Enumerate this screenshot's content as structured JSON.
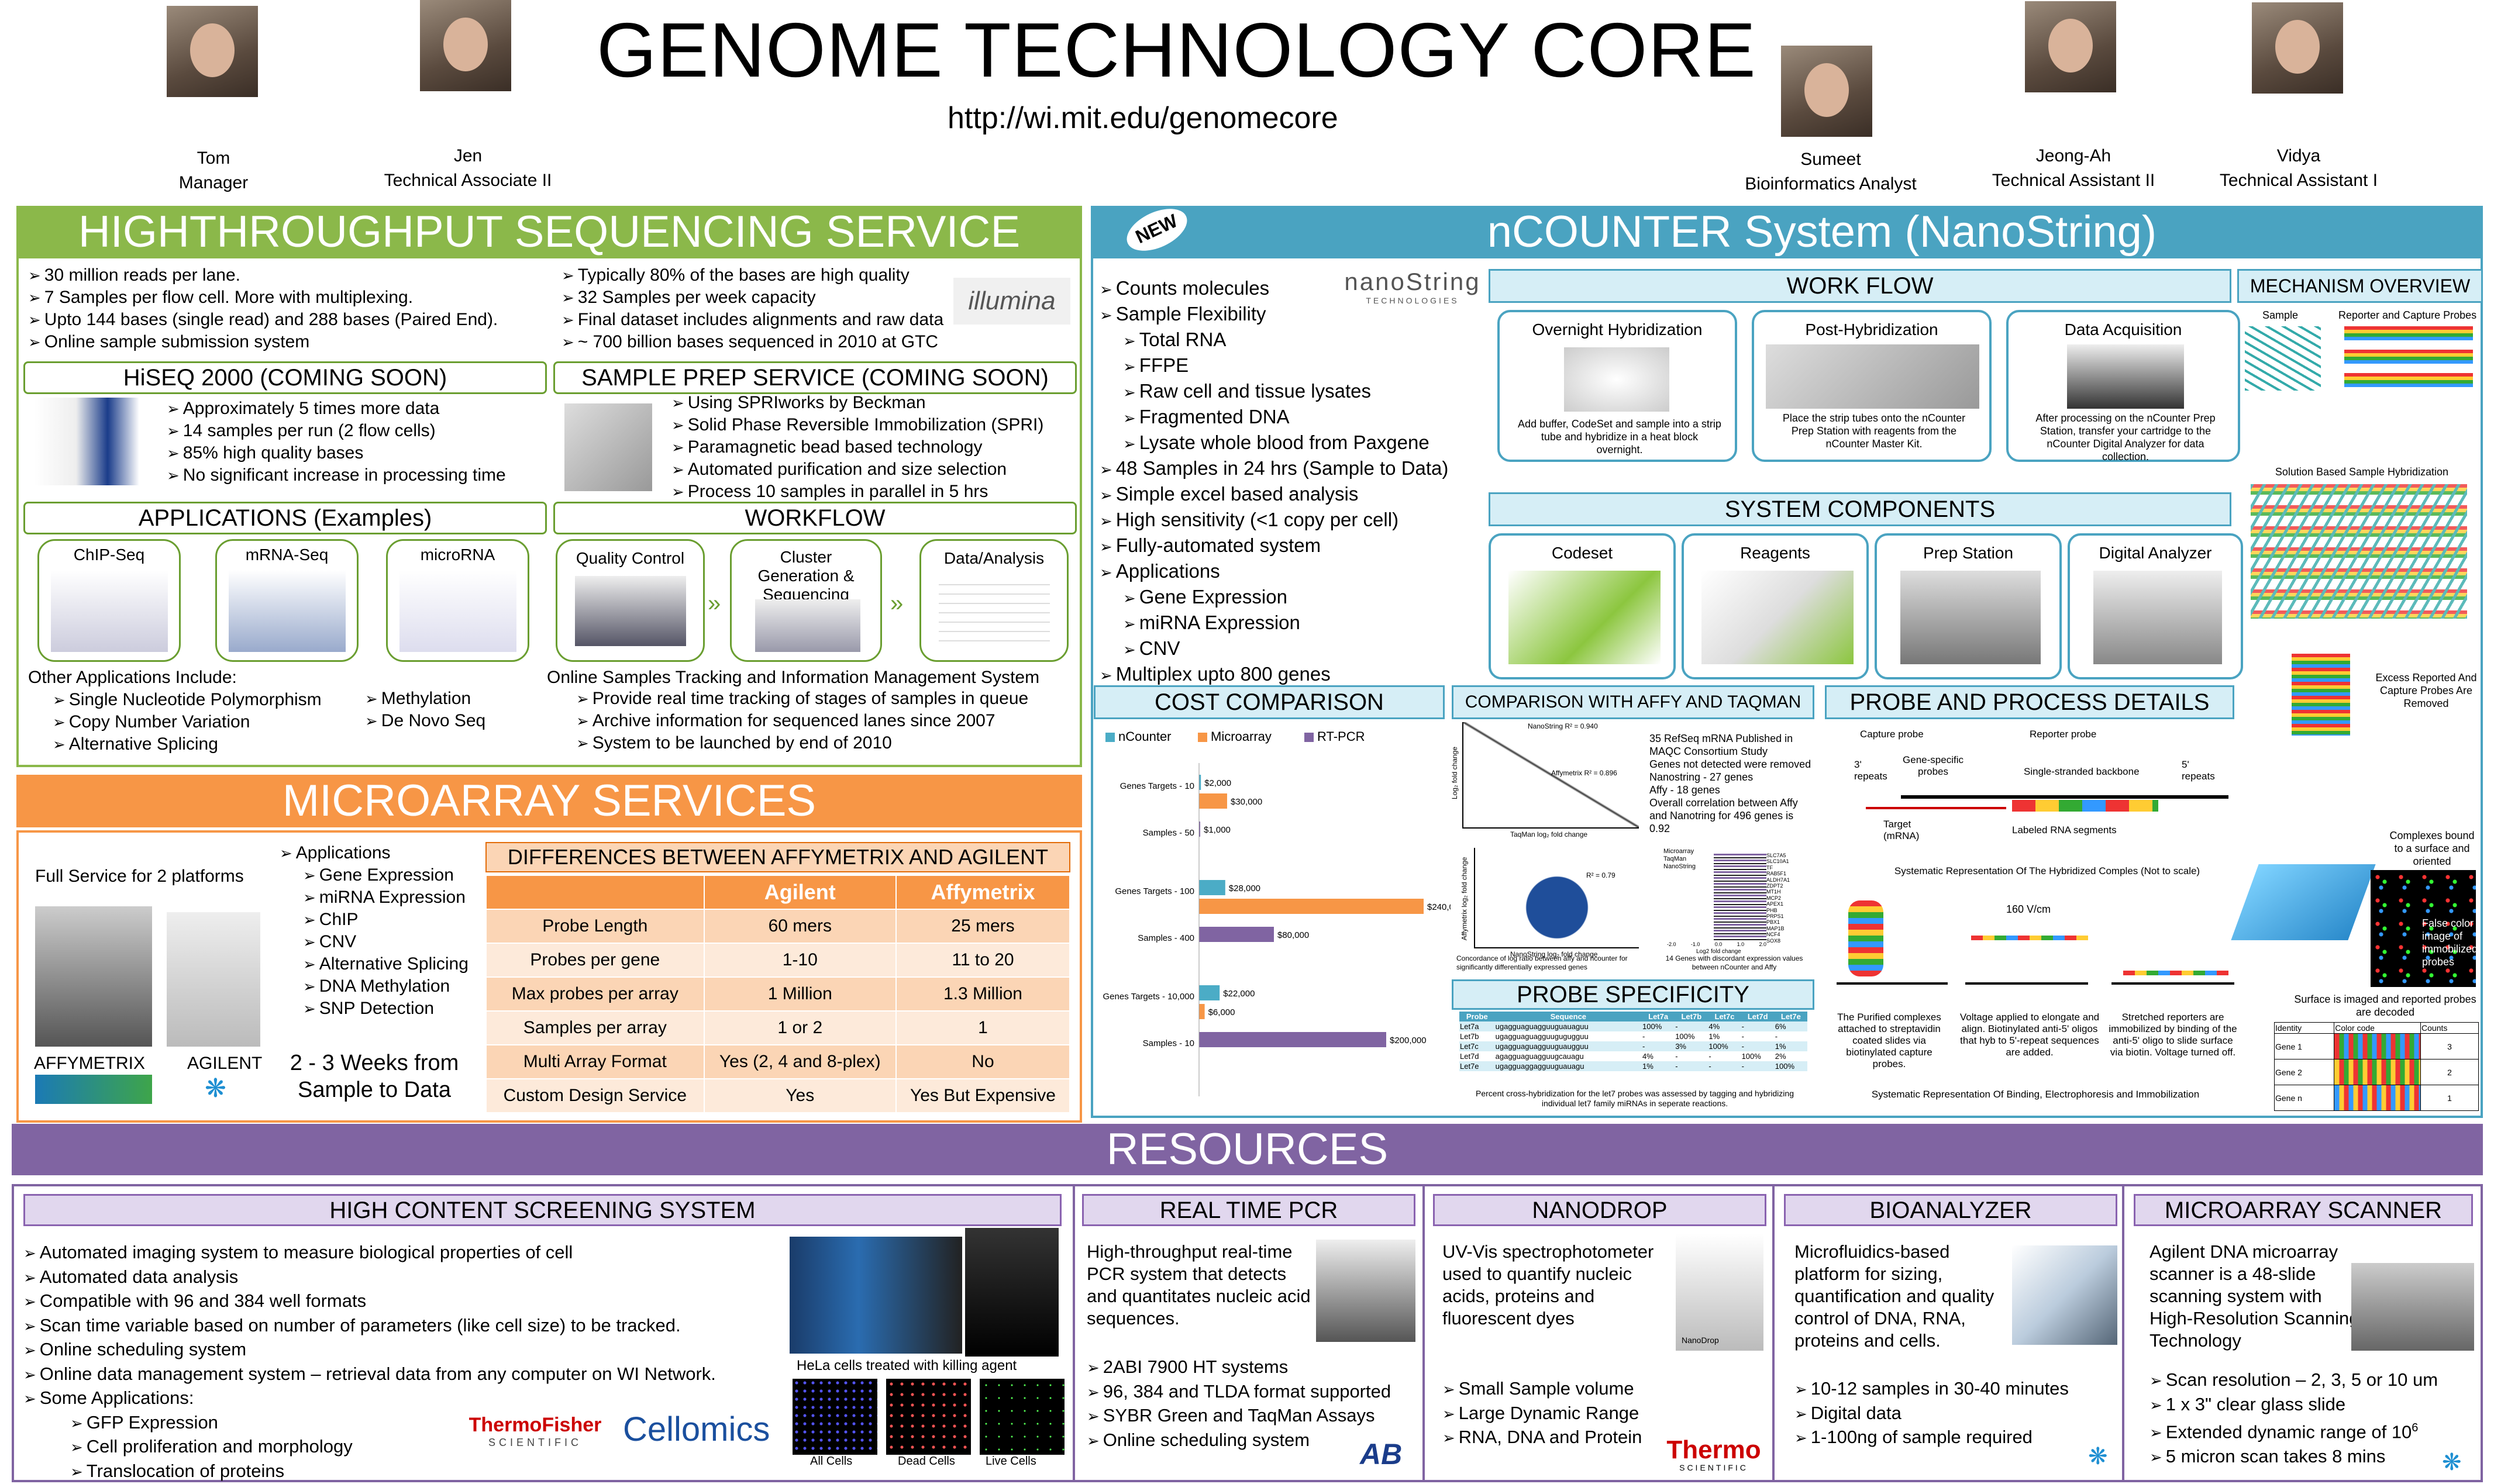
{
  "header": {
    "title": "GENOME TECHNOLOGY CORE",
    "url": "http://wi.mit.edu/genomecore",
    "people": [
      {
        "name": "Tom",
        "role": "Manager"
      },
      {
        "name": "Jen",
        "role": "Technical Associate II"
      },
      {
        "name": "Sumeet",
        "role": "Bioinformatics Analyst"
      },
      {
        "name": "Jeong-Ah",
        "role": "Technical Assistant II"
      },
      {
        "name": "Vidya",
        "role": "Technical Assistant I"
      }
    ]
  },
  "hts": {
    "title": "HIGHTHROUGHPUT SEQUENCING SERVICE",
    "bullets_left": [
      "30 million reads per lane.",
      "7 Samples per flow cell. More with multiplexing.",
      "Upto 144 bases (single read) and 288 bases (Paired End).",
      "Online sample submission system"
    ],
    "bullets_right": [
      "Typically 80% of the bases are high quality",
      "32 Samples per week capacity",
      "Final dataset includes alignments and raw data",
      "~ 700 billion bases sequenced in 2010 at GTC"
    ],
    "logo": "illumina",
    "hiseq_title": "HiSEQ 2000  (COMING SOON)",
    "hiseq_bullets": [
      "Approximately 5 times more data",
      "14 samples per run (2 flow cells)",
      "85% high quality bases",
      "No significant increase in processing time"
    ],
    "prep_title": "SAMPLE PREP SERVICE (COMING SOON)",
    "prep_bullets": [
      "Using SPRIworks by Beckman",
      "Solid Phase Reversible Immobilization (SPRI)",
      "Paramagnetic bead based technology",
      "Automated purification and size selection",
      "Process 10 samples in parallel in 5 hrs"
    ],
    "apps_title": "APPLICATIONS (Examples)",
    "apps": [
      "ChIP-Seq",
      "mRNA-Seq",
      "microRNA"
    ],
    "other_label": "Other Applications Include:",
    "other_left": [
      "Single Nucleotide Polymorphism",
      "Copy Number Variation",
      "Alternative Splicing"
    ],
    "other_right": [
      "Methylation",
      "De Novo Seq"
    ],
    "workflow_title": "WORKFLOW",
    "workflow_steps": [
      "Quality Control",
      "Cluster Generation & Sequencing",
      "Data/Analysis"
    ],
    "lims_label": "Online Samples Tracking and Information Management System",
    "lims_bullets": [
      "Provide real time tracking of stages of samples in queue",
      "Archive information for sequenced lanes since 2007",
      "System to be launched by end of 2010"
    ]
  },
  "micro": {
    "title": "MICROARRAY SERVICES",
    "full_service": "Full Service for 2 platforms",
    "brand1": "AFFYMETRIX",
    "brand2": "AGILENT",
    "turnaround": "2 - 3 Weeks from Sample to Data",
    "apps_label": "Applications",
    "apps": [
      "Gene Expression",
      "miRNA Expression",
      "ChIP",
      "CNV",
      "Alternative Splicing",
      "DNA Methylation",
      "SNP Detection"
    ],
    "diff_title": "DIFFERENCES BETWEEN AFFYMETRIX AND AGILENT",
    "cols": [
      "Agilent",
      "Affymetrix"
    ],
    "rows": [
      [
        "Probe Length",
        "60 mers",
        "25 mers"
      ],
      [
        "Probes per gene",
        "1-10",
        "11 to 20"
      ],
      [
        "Max probes per array",
        "1 Million",
        "1.3 Million"
      ],
      [
        "Samples per array",
        "1 or 2",
        "1"
      ],
      [
        "Multi Array Format",
        "Yes (2, 4 and 8-plex)",
        "No"
      ],
      [
        "Custom Design Service",
        "Yes",
        "Yes But Expensive"
      ]
    ]
  },
  "ncounter": {
    "title": "nCOUNTER System (NanoString)",
    "badge": "NEW",
    "logo": "nanoString",
    "logo_sub": "TECHNOLOGIES",
    "bullets": [
      {
        "t": "Counts molecules",
        "i": 0
      },
      {
        "t": "Sample Flexibility",
        "i": 0
      },
      {
        "t": "Total RNA",
        "i": 1
      },
      {
        "t": "FFPE",
        "i": 1
      },
      {
        "t": "Raw cell and tissue lysates",
        "i": 1
      },
      {
        "t": "Fragmented DNA",
        "i": 1
      },
      {
        "t": "Lysate whole blood from Paxgene",
        "i": 1
      },
      {
        "t": "48 Samples in 24 hrs (Sample to Data)",
        "i": 0
      },
      {
        "t": "Simple excel based analysis",
        "i": 0
      },
      {
        "t": "High sensitivity (<1 copy per cell)",
        "i": 0
      },
      {
        "t": "Fully-automated system",
        "i": 0
      },
      {
        "t": "Applications",
        "i": 0
      },
      {
        "t": "Gene Expression",
        "i": 1
      },
      {
        "t": "miRNA Expression",
        "i": 1
      },
      {
        "t": "CNV",
        "i": 1
      },
      {
        "t": "Multiplex upto 800 genes",
        "i": 0
      }
    ],
    "workflow_title": "WORK FLOW",
    "workflow": [
      {
        "name": "Overnight Hybridization",
        "desc": "Add buffer, CodeSet and sample into a strip tube and hybridize in a heat block overnight."
      },
      {
        "name": "Post-Hybridization",
        "desc": "Place the strip tubes onto the nCounter Prep Station with reagents from the nCounter Master Kit."
      },
      {
        "name": "Data Acquisition",
        "desc": "After processing on the nCounter Prep Station, transfer your cartridge to the nCounter Digital Analyzer for data collection."
      }
    ],
    "system_title": "SYSTEM COMPONENTS",
    "components": [
      "Codeset",
      "Reagents",
      "Prep Station",
      "Digital Analyzer"
    ],
    "mech_title": "MECHANISM OVERVIEW",
    "mech_labels": [
      "Sample",
      "Reporter and Capture Probes",
      "Solution Based Sample Hybridization",
      "Excess Reported And Capture Probes Are Removed",
      "Complexes bound to a surface and oriented",
      "False color image of immobilized probes",
      "Surface is imaged and reported probes are decoded"
    ],
    "mech_table_head": [
      "Identity",
      "Color code",
      "Counts"
    ],
    "mech_table_rows": [
      [
        "Gene 1",
        "3"
      ],
      [
        "Gene 2",
        "2"
      ],
      [
        "Gene n",
        "1"
      ]
    ],
    "cost_title": "COST COMPARISON",
    "affy_title": "COMPARISON WITH AFFY AND TAQMAN",
    "affy_notes": [
      "35 RefSeq mRNA Published in MAQC Consortium Study",
      "Genes not detected were removed",
      "Nanostring - 27 genes",
      "Affy - 18 genes",
      "Overall correlation between Affy and Nanotring for 496 genes is 0.92"
    ],
    "affy_caption1": "Concordance of log ratio between affy and ncounter for significantly differentially expressed genes",
    "affy_caption2": "14 Genes with discordant expression values between nCounter and Affy",
    "scatter_top": {
      "ylabel": "Log₂ fold change",
      "xlabel": "TaqMan log₂ fold change",
      "legend": [
        "NanoString R² = 0.940",
        "Affymetrix R² = 0.896"
      ]
    },
    "scatter_bottom": {
      "ylabel": "Affymetrix log₂ fold change",
      "xlabel": "NanoString log₂ fold change",
      "legend": [
        "R² = 0.79"
      ]
    },
    "discordant": {
      "legend": [
        "Microarray",
        "TaqMan",
        "NanoString"
      ],
      "xlabel": "Log2 fold change",
      "ticks": [
        "-2.0",
        "-1.0",
        "0.0",
        "1.0",
        "2.0"
      ],
      "genes": [
        "SLC7A5",
        "SLC10A1",
        "TF",
        "RAB5F1",
        "ALDH7A1",
        "ZDPT2",
        "MT1H",
        "MCP2",
        "APEX1",
        "PHB",
        "PRPS1",
        "PBX1",
        "MAP1B",
        "NCF4",
        "SOX8"
      ]
    },
    "spec_title": "PROBE SPECIFICITY",
    "spec_cols": [
      "Probe",
      "Sequence",
      "Let7a",
      "Let7b",
      "Let7c",
      "Let7d",
      "Let7e"
    ],
    "spec_rows": [
      [
        "Let7a",
        "ugagguaguagguuguauaguu",
        "100%",
        "-",
        "4%",
        "-",
        "6%"
      ],
      [
        "Let7b",
        "ugagguaguagguugugugguu",
        "-",
        "100%",
        "1%",
        "-",
        "-"
      ],
      [
        "Let7c",
        "ugagguaguagguuguaugguu",
        "-",
        "3%",
        "100%",
        "-",
        "1%"
      ],
      [
        "Let7d",
        "agagguaguagguugcauagu",
        "4%",
        "-",
        "-",
        "100%",
        "2%"
      ],
      [
        "Let7e",
        "ugagguaggagguuguauagu",
        "1%",
        "-",
        "-",
        "-",
        "100%"
      ]
    ],
    "spec_caption": "Percent cross-hybridization for the let7 probes was assessed by tagging and hybridizing individual let7 family miRNAs in seperate reactions.",
    "probe_title": "PROBE AND PROCESS DETAILS",
    "probe_labels": [
      "Capture probe",
      "Reporter probe",
      "3' repeats",
      "Gene-specific probes",
      "Single-stranded backbone",
      "5' repeats",
      "Target (mRNA)",
      "Labeled RNA segments",
      "Systematic Representation Of The Hybridized Comples (Not to scale)"
    ],
    "steps": [
      "The Purified complexes attached to streptavidin coated slides via biotinylated capture probes.",
      "Voltage applied to elongate and align. Biotinylated anti-5' oligos that hyb to 5'-repeat sequences are added.",
      "Stretched reporters are immobilized by binding of the anti-5' oligo to slide surface via biotin. Voltage turned off."
    ],
    "voltage_label": "160 V/cm",
    "steps_caption": "Systematic Representation Of Binding, Electrophoresis and Immobilization"
  },
  "chart_data": {
    "type": "bar",
    "title": "COST COMPARISON",
    "orientation": "horizontal",
    "categories": [
      "Genes Targets - 10",
      "Samples - 50",
      "Genes Targets - 100",
      "Samples - 400",
      "Genes Targets - 10,000",
      "Samples - 10"
    ],
    "series": [
      {
        "name": "nCounter",
        "color": "#4bacc6",
        "values": [
          2000,
          null,
          28000,
          null,
          22000,
          null
        ]
      },
      {
        "name": "Microarray",
        "color": "#f79646",
        "values": [
          30000,
          null,
          240000,
          null,
          6000,
          null
        ]
      },
      {
        "name": "RT-PCR",
        "color": "#8064a2",
        "values": [
          null,
          1000,
          null,
          80000,
          null,
          200000
        ]
      }
    ],
    "value_labels": [
      [
        "$2,000",
        "$30,000",
        "$1,000"
      ],
      [
        "$28,000",
        "$240,000",
        "$80,000"
      ],
      [
        "$22,000",
        "$6,000",
        "$200,000"
      ]
    ],
    "xlim": [
      0,
      250000
    ],
    "legend": "top"
  },
  "resources": {
    "title": "RESOURCES",
    "hcs": {
      "title": "HIGH CONTENT SCREENING SYSTEM",
      "bullets": [
        "Automated imaging system to measure biological properties of cell",
        "Automated data analysis",
        "Compatible with 96 and 384 well formats",
        "Scan time variable based on number of parameters (like cell size) to be tracked.",
        "Online scheduling system",
        "Online data management system – retrieval data from any computer on WI Network.",
        "Some Applications:"
      ],
      "apps": [
        "GFP Expression",
        "Cell proliferation and morphology",
        "Translocation of proteins"
      ],
      "hela": "HeLa cells treated with killing agent",
      "cells": [
        "All Cells",
        "Dead Cells",
        "Live Cells"
      ],
      "logo1": "ThermoFisher",
      "logo1_sub": "SCIENTIFIC",
      "logo2": "Cellomics"
    },
    "pcr": {
      "title": "REAL TIME PCR",
      "desc": "High-throughput real-time PCR system that detects and quantitates nucleic acid sequences.",
      "bullets": [
        "2ABI 7900 HT systems",
        "96, 384 and TLDA format supported",
        "SYBR Green and TaqMan Assays",
        "Online scheduling system"
      ],
      "logo": "AB"
    },
    "nanodrop": {
      "title": "NANODROP",
      "desc": "UV-Vis spectrophotometer used to quantify nucleic acids, proteins and fluorescent dyes",
      "bullets": [
        "Small Sample volume",
        "Large Dynamic Range",
        "RNA, DNA and Protein"
      ],
      "logo": "Thermo",
      "logo_sub": "SCIENTIFIC",
      "device": "NanoDrop"
    },
    "bioanalyzer": {
      "title": "BIOANALYZER",
      "desc": "Microfluidics-based platform for sizing, quantification and quality control of DNA, RNA, proteins and cells.",
      "bullets": [
        "10-12 samples in 30-40 minutes",
        "Digital data",
        "1-100ng of sample required"
      ]
    },
    "scanner": {
      "title": "MICROARRAY SCANNER",
      "desc": "Agilent DNA microarray scanner is a 48-slide scanning system with High-Resolution Scanning Technology",
      "bullets": [
        "Scan resolution – 2, 3, 5 or 10 um",
        "1 x 3\" clear glass slide",
        "Extended dynamic range of 10",
        "5 micron scan takes 8 mins"
      ],
      "sup": "6"
    }
  }
}
